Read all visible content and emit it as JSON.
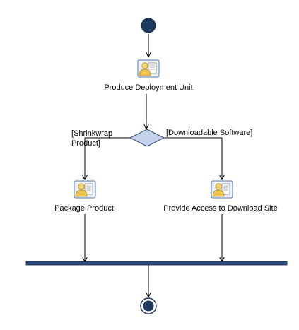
{
  "activities": {
    "produce": "Produce Deployment Unit",
    "package": "Package Product",
    "provide_access": "Provide Access to Download Site"
  },
  "guards": {
    "shrinkwrap": "[Shrinkwrap Product]",
    "downloadable": "[Downloadable Software]"
  },
  "icons": {
    "activity": "worker-with-document-icon",
    "initial": "initial-node-icon",
    "final": "final-node-icon",
    "decision": "decision-diamond-icon",
    "join": "join-bar-icon"
  },
  "colors": {
    "node_fill": "#1f3a5f",
    "diamond_fill": "#c5d3ea",
    "diamond_stroke": "#2e4a7a",
    "edge": "#000000",
    "icon_skin": "#f2d46b",
    "icon_shirt": "#f0c450",
    "icon_doc": "#ffffff",
    "icon_frame": "#4b79b8"
  }
}
